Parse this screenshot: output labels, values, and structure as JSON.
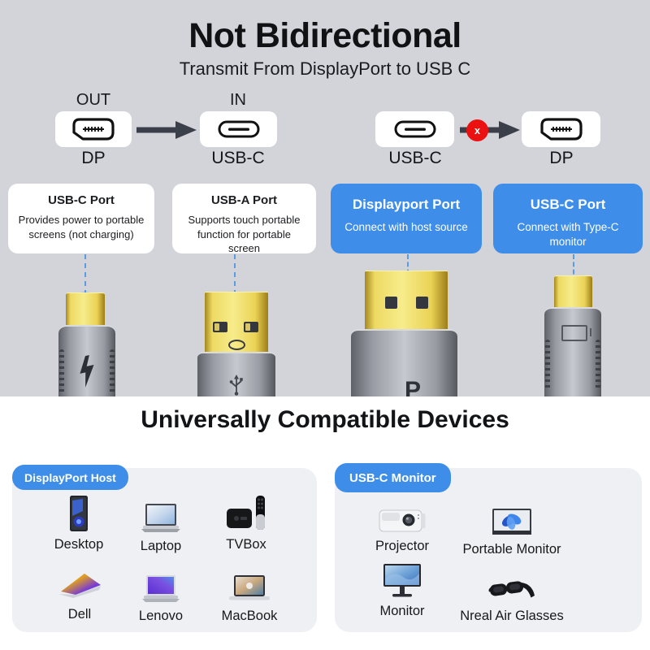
{
  "header": {
    "title": "Not Bidirectional",
    "subtitle": "Transmit From DisplayPort to USB C"
  },
  "flow": {
    "out_label": "OUT",
    "in_label": "IN",
    "allowed": {
      "from": "DP",
      "to": "USB-C"
    },
    "blocked": {
      "from": "USB-C",
      "to": "DP",
      "mark": "x"
    }
  },
  "ports": [
    {
      "title": "USB-C Port",
      "description": "Provides power to portable screens (not charging)",
      "variant": "white"
    },
    {
      "title": "USB-A Port",
      "description": "Supports touch portable function for portable screen",
      "variant": "white"
    },
    {
      "title": "Displayport Port",
      "description": "Connect with host source",
      "variant": "blue"
    },
    {
      "title": "USB-C Port",
      "description": "Connect with Type-C monitor",
      "variant": "blue"
    }
  ],
  "plugs": {
    "dp_plug_label": "P"
  },
  "compat": {
    "title": "Universally Compatible Devices",
    "groups": [
      {
        "label": "DisplayPort Host",
        "devices": [
          {
            "label": "Desktop",
            "icon": "desktop-tower-icon"
          },
          {
            "label": "Laptop",
            "icon": "laptop-icon"
          },
          {
            "label": "TVBox",
            "icon": "tv-box-icon"
          },
          {
            "label": "Dell",
            "icon": "dell-2in1-icon"
          },
          {
            "label": "Lenovo",
            "icon": "lenovo-laptop-icon"
          },
          {
            "label": "MacBook",
            "icon": "macbook-icon"
          }
        ]
      },
      {
        "label": "USB-C Monitor",
        "devices": [
          {
            "label": "Projector",
            "icon": "projector-icon"
          },
          {
            "label": "Portable Monitor",
            "icon": "portable-monitor-icon"
          },
          {
            "label": "Monitor",
            "icon": "monitor-icon"
          },
          {
            "label": "Nreal Air Glasses",
            "icon": "ar-glasses-icon"
          }
        ]
      }
    ]
  },
  "colors": {
    "top_background": "#d3d4da",
    "accent_blue": "#3e8ee9",
    "arrow_dark": "#3a3f4a",
    "error_red": "#ec1111",
    "panel_gray": "#eff0f3",
    "plug_gold": "#f0df72",
    "plug_metal": "#9fa2aa",
    "glow_blue": "#1f6fe0"
  }
}
